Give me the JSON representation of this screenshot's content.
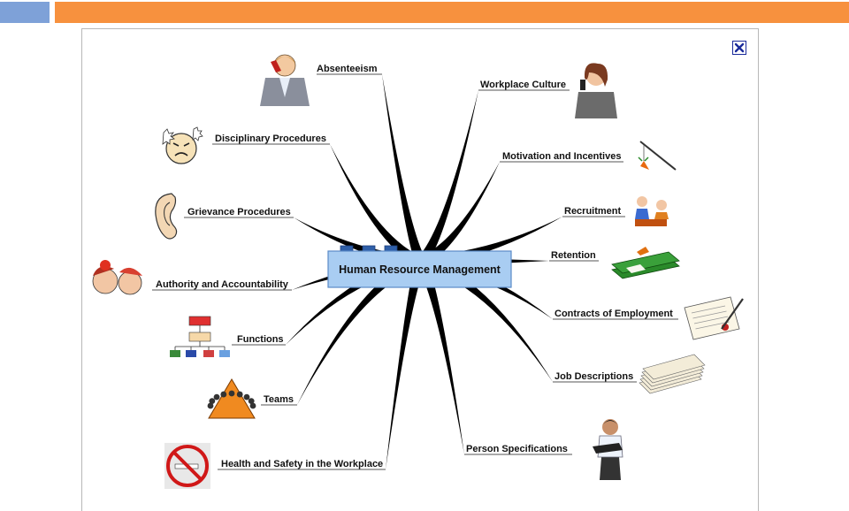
{
  "colors": {
    "accent_bar": "#f7913e",
    "accent_bar_left": "#7ea1d8",
    "center_fill": "#a9cdf2",
    "center_border": "#5a8ac8",
    "branch": "#000000"
  },
  "diagram": {
    "center": {
      "label": "Human Resource Management"
    },
    "branches": [
      {
        "label": "Absenteeism",
        "icon": "phone-man-icon"
      },
      {
        "label": "Disciplinary Procedures",
        "icon": "angry-face-icon"
      },
      {
        "label": "Grievance Procedures",
        "icon": "ear-icon"
      },
      {
        "label": "Authority and Accountability",
        "icon": "arguing-faces-icon"
      },
      {
        "label": "Functions",
        "icon": "org-chart-icon"
      },
      {
        "label": "Teams",
        "icon": "team-cone-icon"
      },
      {
        "label": "Health and Safety in the Workplace",
        "icon": "no-smoking-icon"
      },
      {
        "label": "Workplace Culture",
        "icon": "phone-woman-icon"
      },
      {
        "label": "Motivation and Incentives",
        "icon": "carrot-stick-icon"
      },
      {
        "label": "Recruitment",
        "icon": "interview-icon"
      },
      {
        "label": "Retention",
        "icon": "money-stack-icon"
      },
      {
        "label": "Contracts of Employment",
        "icon": "contract-pen-icon"
      },
      {
        "label": "Job Descriptions",
        "icon": "paper-stack-icon"
      },
      {
        "label": "Person Specifications",
        "icon": "laptop-man-icon"
      }
    ]
  },
  "window": {
    "close_icon": "close-icon"
  }
}
